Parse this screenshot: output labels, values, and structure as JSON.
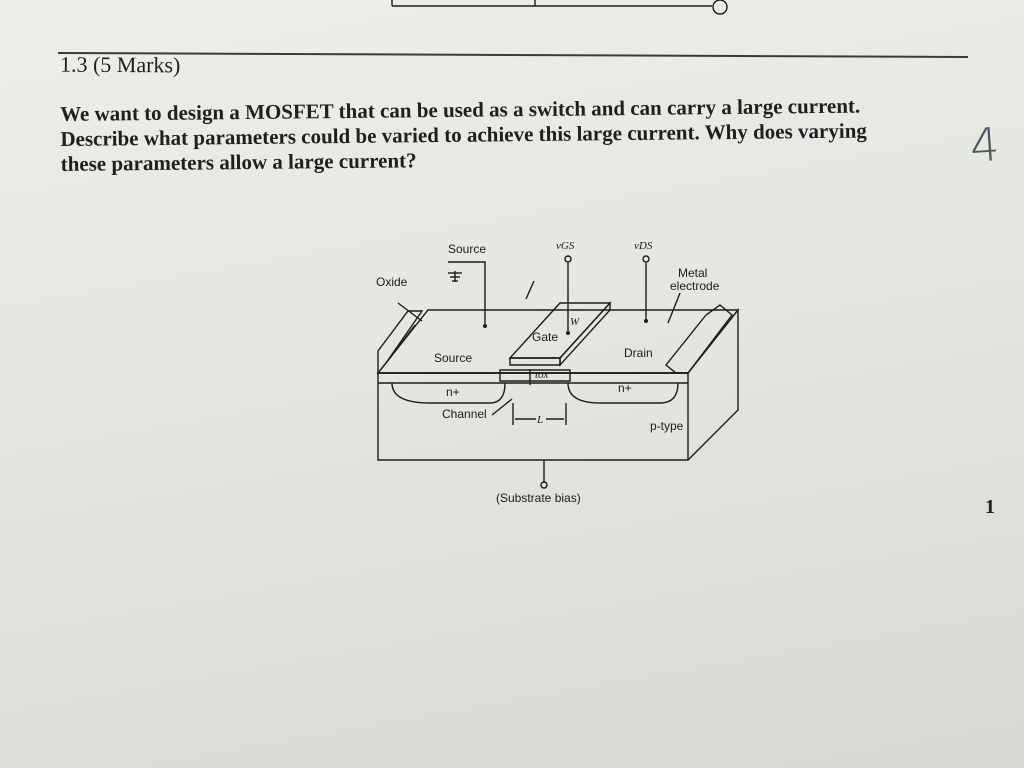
{
  "question": {
    "number": "1.3 (5 Marks)",
    "lines": [
      "We want to design a MOSFET that can be used as a switch and can carry a large current.",
      "Describe what parameters could be varied to achieve this large current. Why does varying",
      "these parameters allow a large current?"
    ]
  },
  "handwritten_score": "4",
  "page_number": "1",
  "diagram": {
    "labels": {
      "source_top": "Source",
      "vgs": "vGS",
      "vds": "vDS",
      "oxide": "Oxide",
      "metal_electrode_1": "Metal",
      "metal_electrode_2": "electrode",
      "gate": "Gate",
      "w": "W",
      "source_body": "Source",
      "drain": "Drain",
      "tox": "tox",
      "n_plus_left": "n+",
      "n_plus_right": "n+",
      "channel": "Channel",
      "l": "L",
      "p_type": "p-type",
      "substrate": "(Substrate bias)"
    }
  }
}
